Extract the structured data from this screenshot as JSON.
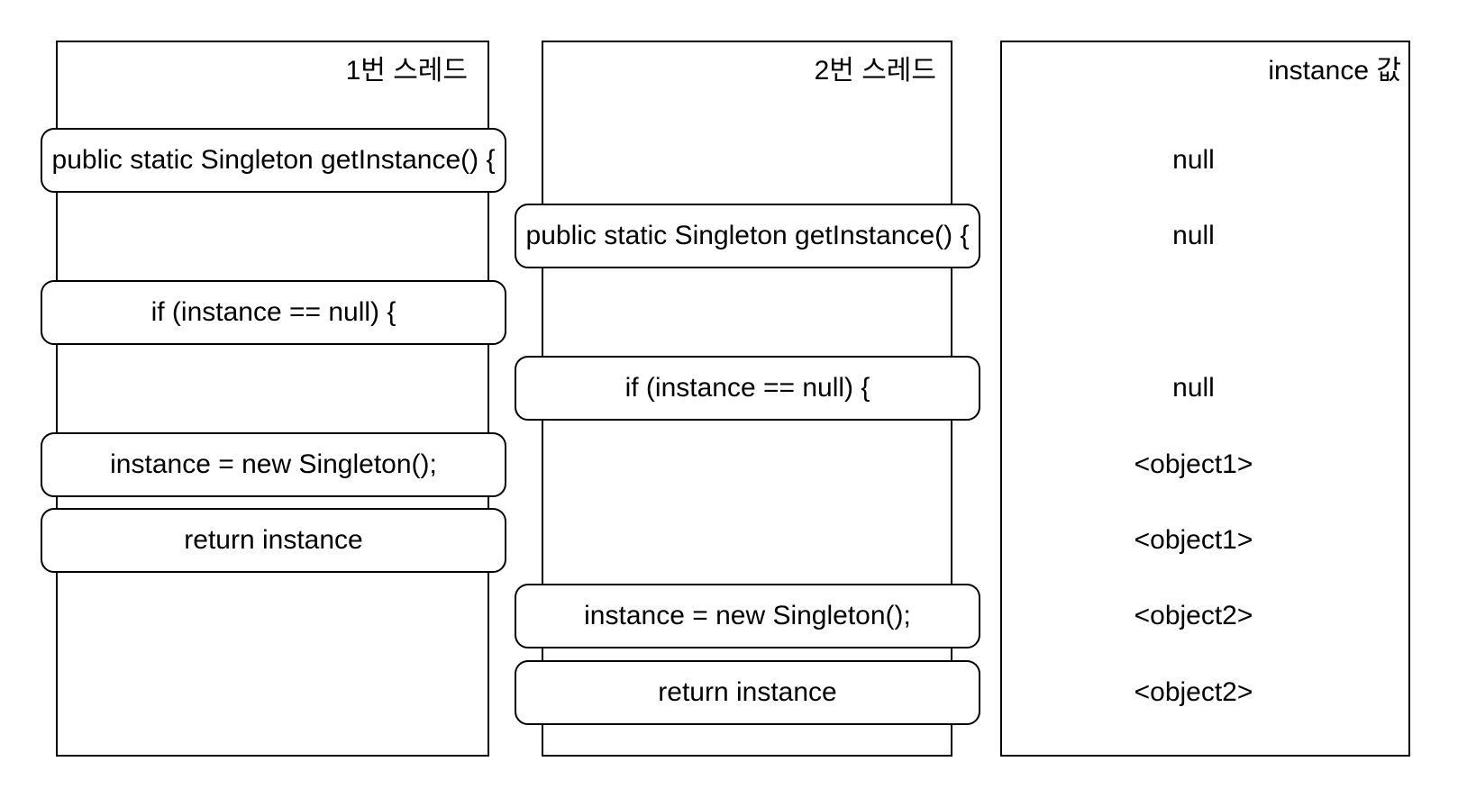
{
  "thread1": {
    "header": "1번 스레드",
    "steps": [
      {
        "label": "public static Singleton getInstance() {",
        "row": 0
      },
      {
        "label": "if (instance == null) {",
        "row": 2
      },
      {
        "label": "instance = new Singleton();",
        "row": 4
      },
      {
        "label": "return instance",
        "row": 5
      }
    ]
  },
  "thread2": {
    "header": "2번 스레드",
    "steps": [
      {
        "label": "public static Singleton getInstance() {",
        "row": 1
      },
      {
        "label": "if (instance == null) {",
        "row": 3
      },
      {
        "label": "instance = new Singleton();",
        "row": 6
      },
      {
        "label": "return instance",
        "row": 7
      }
    ]
  },
  "instance_column": {
    "header": "instance 값",
    "values": [
      {
        "label": "null",
        "row": 0
      },
      {
        "label": "null",
        "row": 1
      },
      {
        "label": "null",
        "row": 3
      },
      {
        "label": "<object1>",
        "row": 4
      },
      {
        "label": "<object1>",
        "row": 5
      },
      {
        "label": "<object2>",
        "row": 6
      },
      {
        "label": "<object2>",
        "row": 7
      }
    ]
  },
  "colors": {
    "stroke": "#000000",
    "background": "#ffffff",
    "text": "#000000"
  }
}
